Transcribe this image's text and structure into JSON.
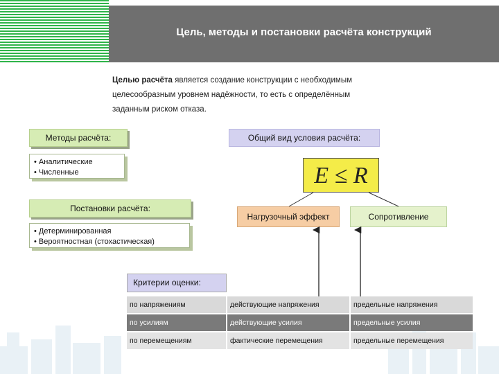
{
  "header": {
    "title": "Цель, методы и постановки расчёта конструкций"
  },
  "intro": {
    "bold": "Целью расчёта",
    "line1": " является создание конструкции с необходимым",
    "line2": "целесообразным уровнем надёжности, то есть с определённым",
    "line3": "заданным риском отказа."
  },
  "methods": {
    "title": "Методы расчёта:",
    "items": [
      "Аналитические",
      "Численные"
    ]
  },
  "settings": {
    "title": "Постановки расчёта:",
    "items": [
      "Детерминированная",
      "Вероятностная (стохастическая)"
    ]
  },
  "condition": {
    "title": "Общий вид условия расчёта:",
    "formula": "E ≤ R"
  },
  "load": {
    "label": "Нагрузочный эффект"
  },
  "resistance": {
    "label": "Сопротивление"
  },
  "criteria": {
    "title": "Критерии оценки:",
    "rows": [
      [
        "по напряжениям",
        "действующие напряжения",
        "предельные напряжения"
      ],
      [
        "по усилиям",
        "действующие усилия",
        "предельные усилия"
      ],
      [
        "по перемещениям",
        "фактические перемещения",
        "предельные перемещения"
      ]
    ]
  },
  "colors": {
    "accent_green": "#2fb44a",
    "header_gray": "#6f6f6f",
    "formula_yellow": "#f4ec48"
  }
}
